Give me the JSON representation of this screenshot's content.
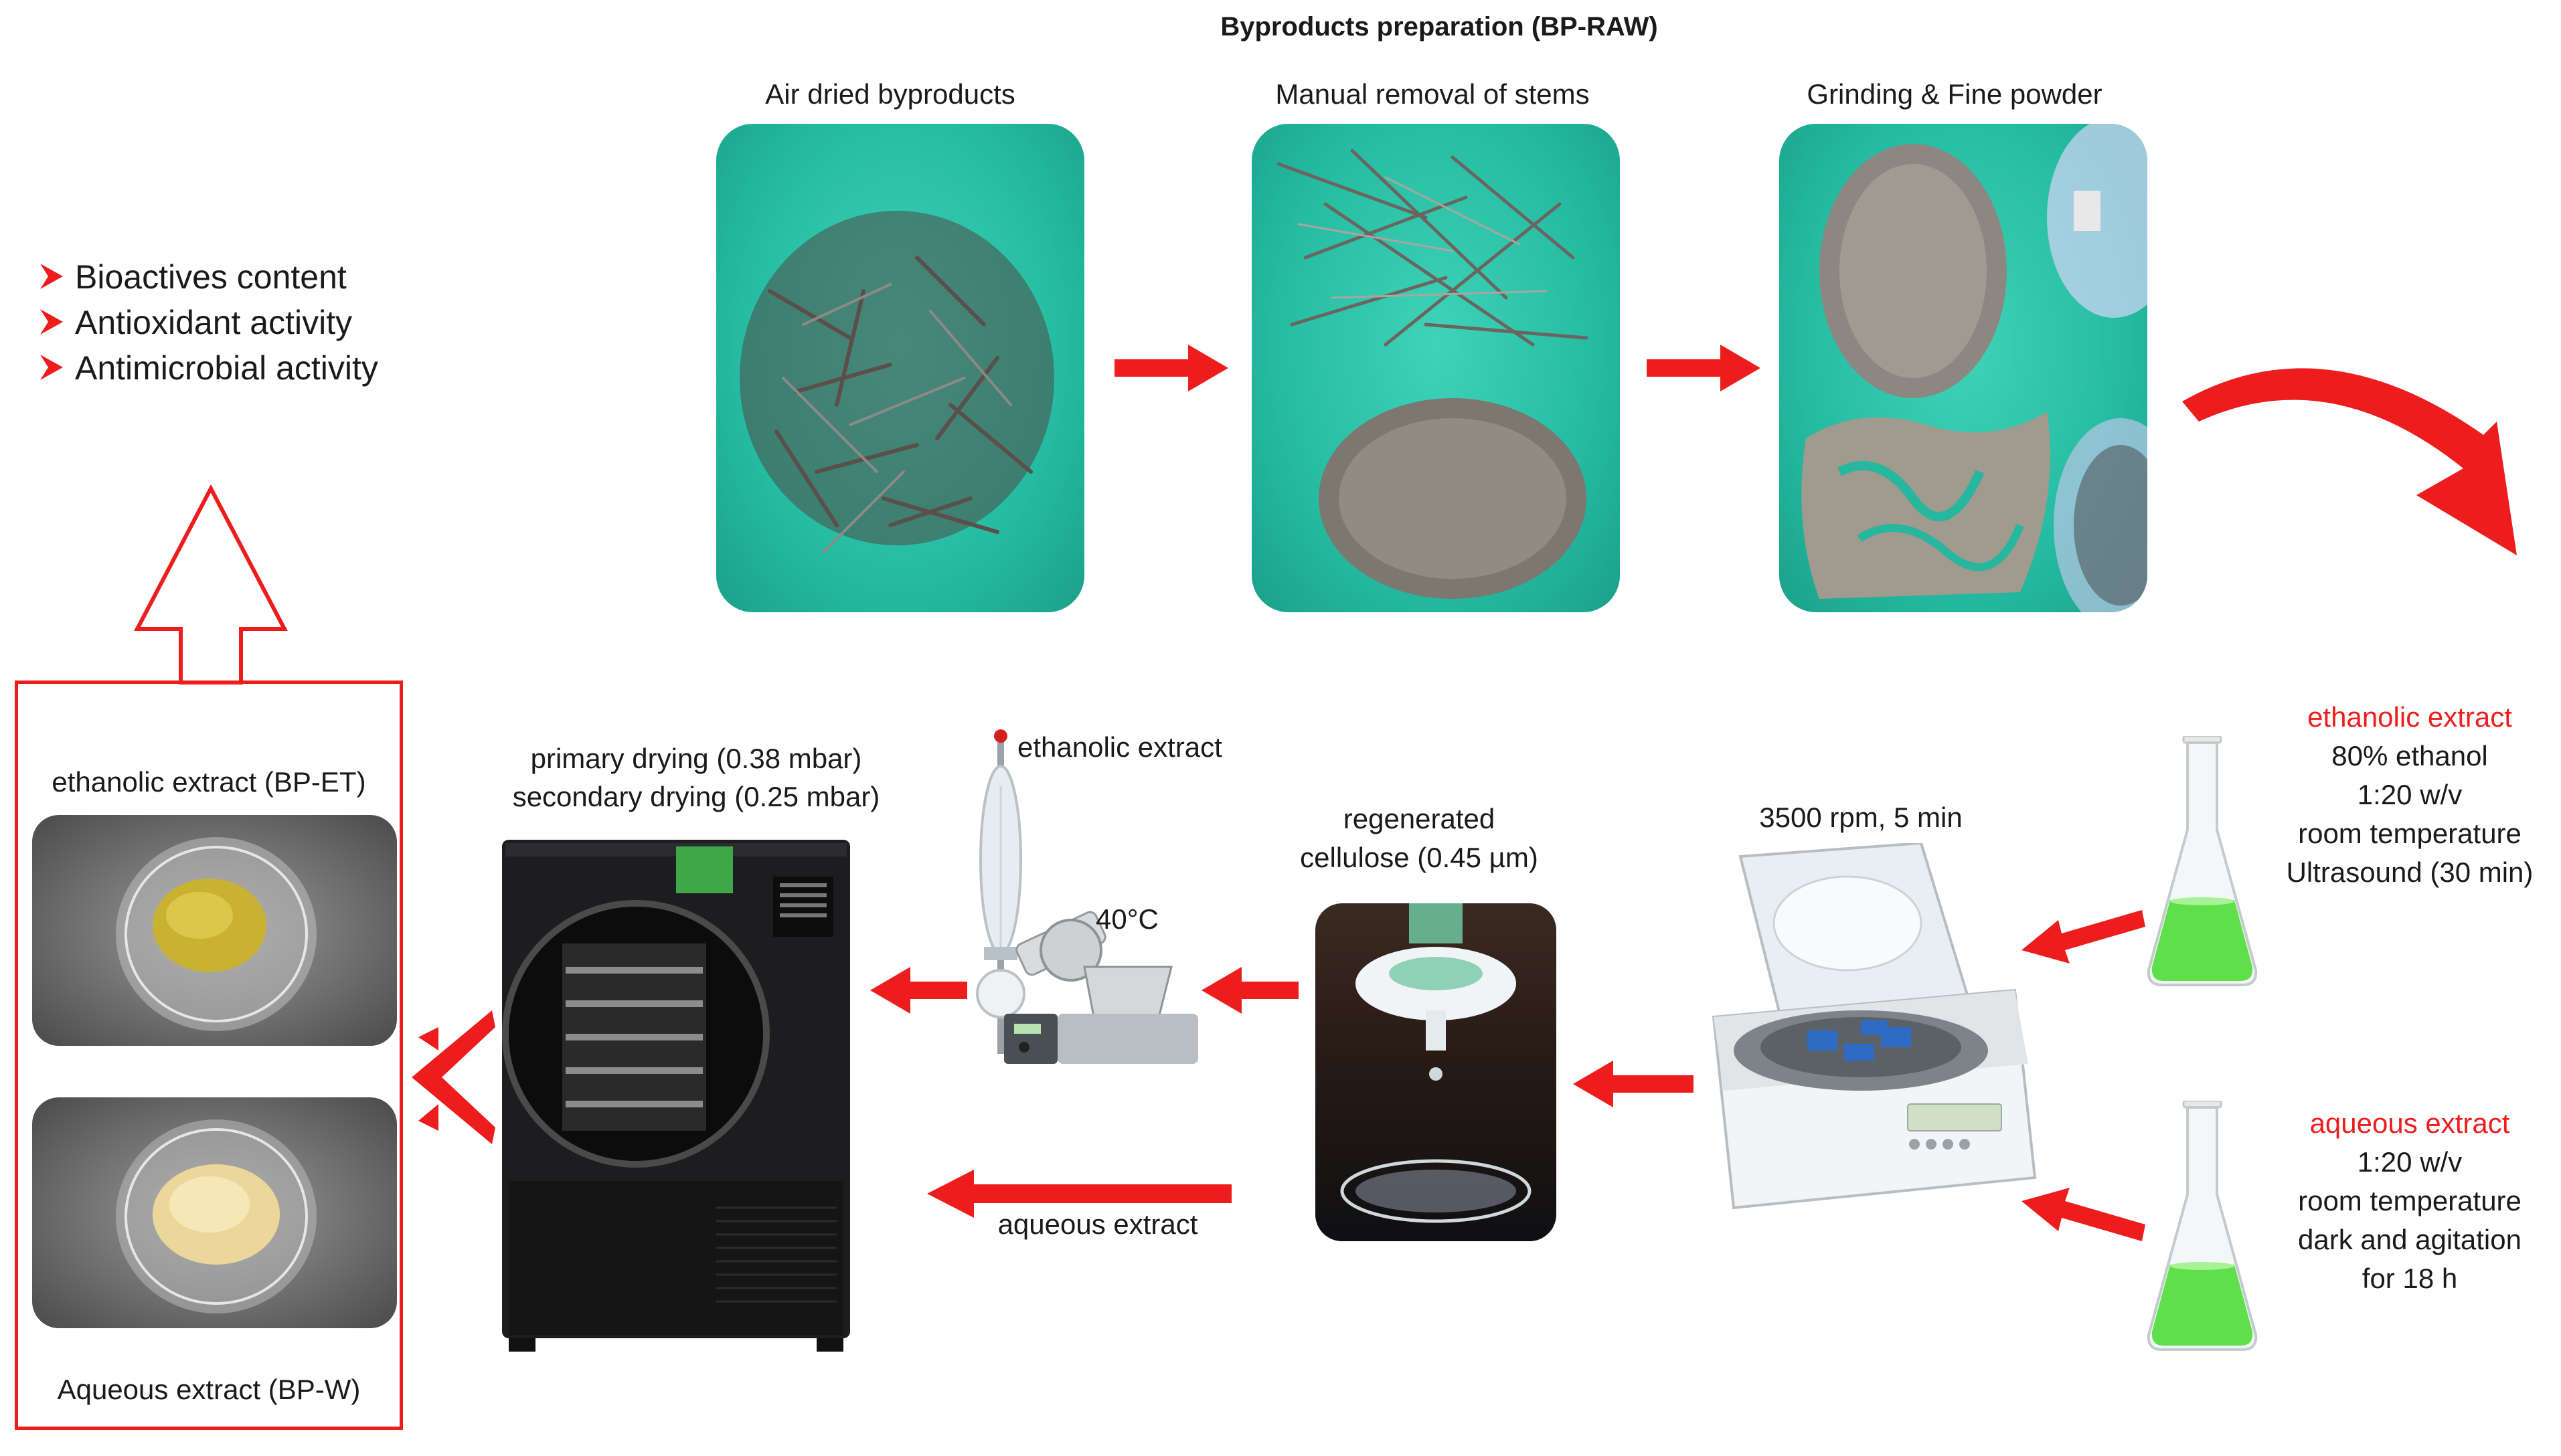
{
  "title": "Byproducts preparation (BP-RAW)",
  "steps": {
    "air_dried": "Air dried byproducts",
    "stems": "Manual removal of stems",
    "grinding": "Grinding & Fine powder"
  },
  "assays": [
    "Bioactives content",
    "Antioxidant activity",
    "Antimicrobial activity"
  ],
  "ethanolic_conditions": {
    "heading": "ethanolic extract",
    "lines": [
      "80% ethanol",
      "1:20 w/v",
      "room temperature",
      "Ultrasound (30 min)"
    ]
  },
  "aqueous_conditions": {
    "heading": "aqueous extract",
    "lines": [
      "1:20 w/v",
      "room temperature",
      "dark and agitation",
      "for 18 h"
    ]
  },
  "centrifuge": "3500 rpm, 5 min",
  "filter": [
    "regenerated",
    "cellulose (0.45 µm)"
  ],
  "rotavap": {
    "label": "ethanolic extract",
    "temp": "40°C"
  },
  "freeze_dryer": [
    "primary drying (0.38 mbar)",
    "secondary drying (0.25 mbar)"
  ],
  "aqueous_path": "aqueous extract",
  "products": {
    "ethanolic": "ethanolic extract (BP-ET)",
    "aqueous": "Aqueous extract (BP-W)"
  },
  "colors": {
    "accent": "#ee1d1d",
    "teal": "#26bca3",
    "flask_liquid": "#5fe04a"
  }
}
